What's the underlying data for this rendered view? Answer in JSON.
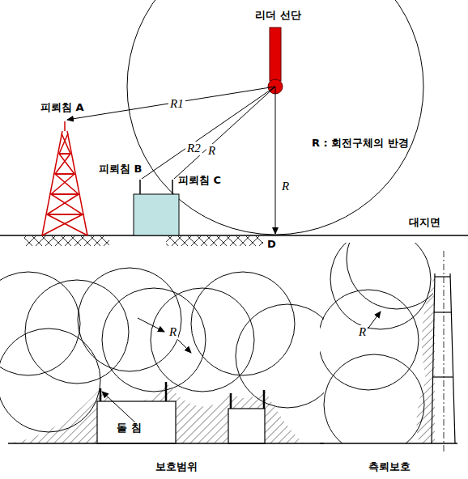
{
  "diagram": {
    "labels": [
      "리더 선단",
      "피뢰침 A",
      "R1",
      "R2",
      "R",
      "R : 회전구체의 반경",
      "피뢰침 B",
      "피뢰침 C",
      "R",
      "대지면",
      "D",
      "R",
      "돌 침",
      "보호범위",
      "R",
      "측뢰보호"
    ]
  }
}
